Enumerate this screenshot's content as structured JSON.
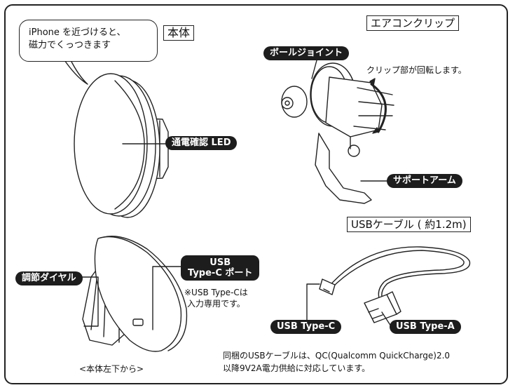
{
  "labels": {
    "honntai": "本体",
    "aircon_clip": "エアコンクリップ",
    "usb_cable": "USBケーブル ( 約1.2m)",
    "iphone_note": "iPhone を近づけると、\n磁力でくっつきます",
    "led": "通電確認 LED",
    "ball_joint": "ボールジョイント",
    "clip_rotate": "クリップ部が回転します。",
    "support_arm": "サポートアーム",
    "dial": "調節ダイヤル",
    "usb_port": "USB\nType-C ポート",
    "usb_port_note": "※USB Type-Cは\n入力専用です。",
    "bottom_view": "<本体左下から>",
    "usb_type_c": "USB Type-C",
    "usb_type_a": "USB Type-A",
    "cable_note": "同梱のUSBケーブルは、QC(Qualcomm QuickCharge)2.0\n以降9V2A電力供給に対応しています。"
  },
  "colors": {
    "ink": "#1d1d1d",
    "background": "#ffffff"
  }
}
